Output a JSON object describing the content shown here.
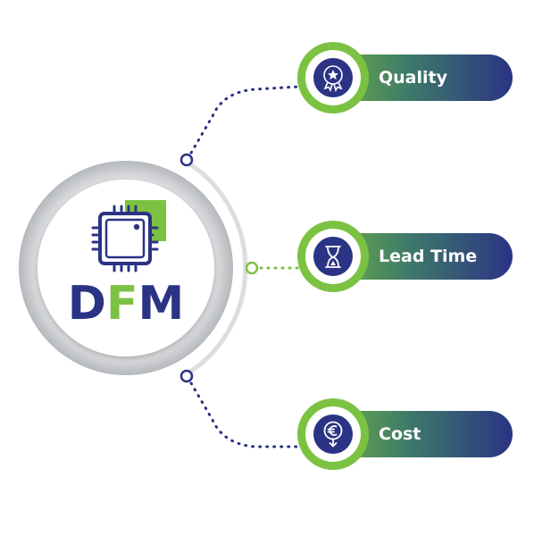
{
  "logo": {
    "text_part1": "D",
    "text_part2": "F",
    "text_part3": "M",
    "icon": "microchip-icon"
  },
  "items": [
    {
      "label": "Quality",
      "icon": "award-badge-icon"
    },
    {
      "label": "Lead Time",
      "icon": "hourglass-icon"
    },
    {
      "label": "Cost",
      "icon": "euro-coin-icon"
    }
  ],
  "colors": {
    "navy": "#2b3384",
    "green": "#7cc242",
    "ring_gray": "#c8cacd"
  }
}
